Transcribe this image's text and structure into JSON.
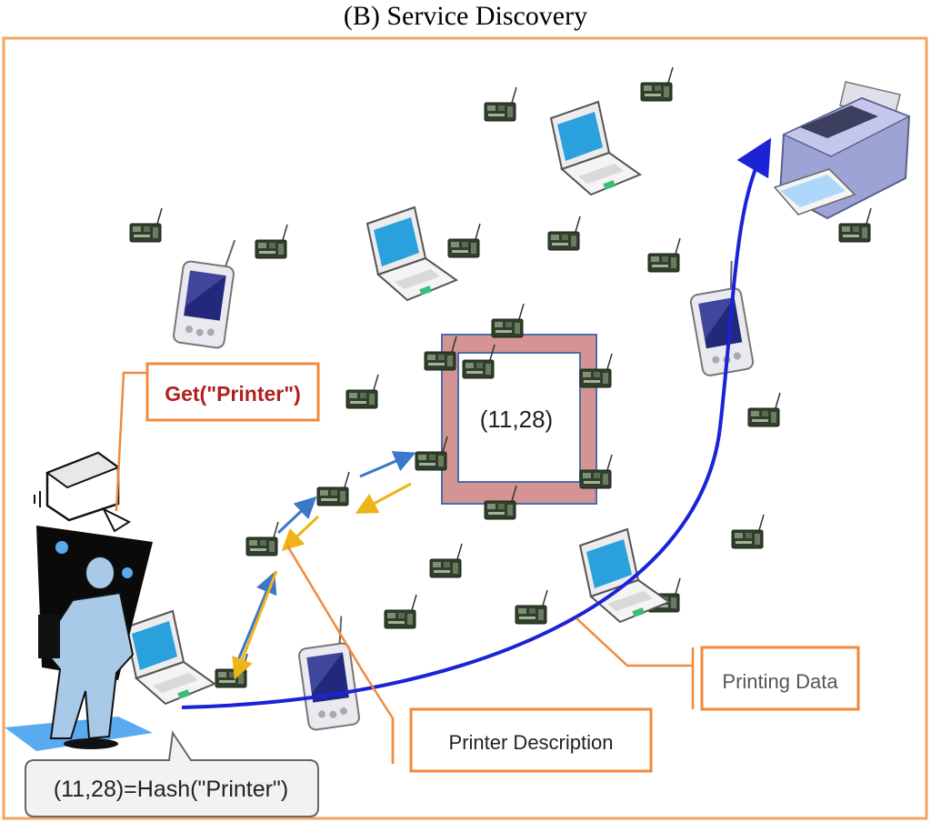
{
  "title": "(B) Service Discovery",
  "labels": {
    "get_request": "Get(\"Printer\")",
    "hash_key": "(11,28)",
    "printing_data": "Printing Data",
    "printer_description": "Printer Description",
    "hash_call": "(11,28)=Hash(\"Printer\")"
  },
  "colors": {
    "frame": "#f4a460",
    "callout_orange": "#f08a3c",
    "hash_zone_fill": "#d49494",
    "hash_zone_stroke": "#4a6ea8",
    "route_blue": "#1c22d6",
    "request_arrow": "#3a78c8",
    "reply_arrow": "#f0b418",
    "get_text": "#b02020"
  },
  "icons": [
    "sensor-node-icon",
    "laptop-icon",
    "pda-icon",
    "printer-icon",
    "user-icon",
    "small-printer-icon"
  ]
}
